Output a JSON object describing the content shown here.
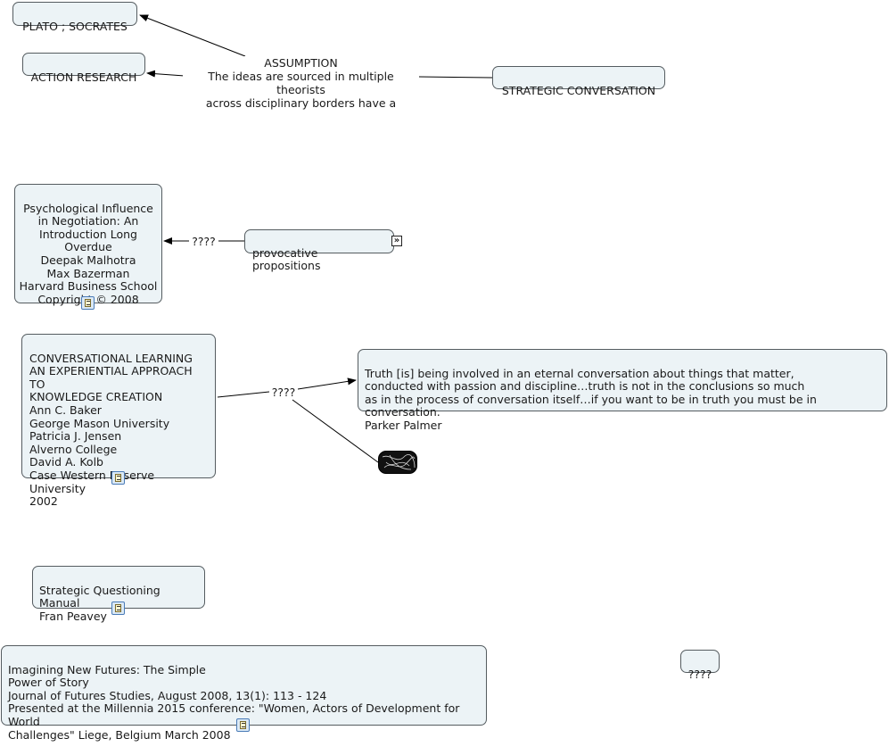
{
  "concept_map": {
    "nodes": {
      "plato": "PLATO ; SOCRATES",
      "action_research": "ACTION RESEARCH",
      "strategic_conversation": "STRATEGIC CONVERSATION",
      "psych_influence": "Psychological Influence\nin Negotiation: An\nIntroduction Long\nOverdue\nDeepak Malhotra\nMax Bazerman\nHarvard Business School\nCopyright © 2008",
      "provocative": "provocative propositions",
      "conv_learning": "CONVERSATIONAL LEARNING\nAN EXPERIENTIAL APPROACH TO\nKNOWLEDGE CREATION\nAnn C. Baker\nGeorge Mason University\nPatricia J. Jensen\nAlverno College\nDavid A. Kolb\nCase Western Reserve University\n2002",
      "truth": "Truth [is] being involved in an eternal conversation about things that matter,\nconducted with passion and discipline…truth is not in the conclusions so much\n as in the process of conversation itself…if you want to be in truth you must be in conversation.\nParker Palmer",
      "strategic_questioning": "Strategic Questioning Manual\nFran Peavey",
      "imagining": "Imagining New Futures: The Simple\nPower of Story\nJournal of Futures Studies, August 2008, 13(1): 113 - 124\nPresented at the Millennia 2015 conference: \"Women, Actors of Development for World\nChallenges\" Liege, Belgium March 2008",
      "lone": "????"
    },
    "link_labels": {
      "assumption": "ASSUMPTION\nThe ideas are sourced in multiple theorists\nacross disciplinary borders have a",
      "provocative_link": "????",
      "conv_link": "????"
    },
    "icons": {
      "resource": "document-icon",
      "expand": "expand-icon",
      "image": "image-thumbnail"
    }
  }
}
